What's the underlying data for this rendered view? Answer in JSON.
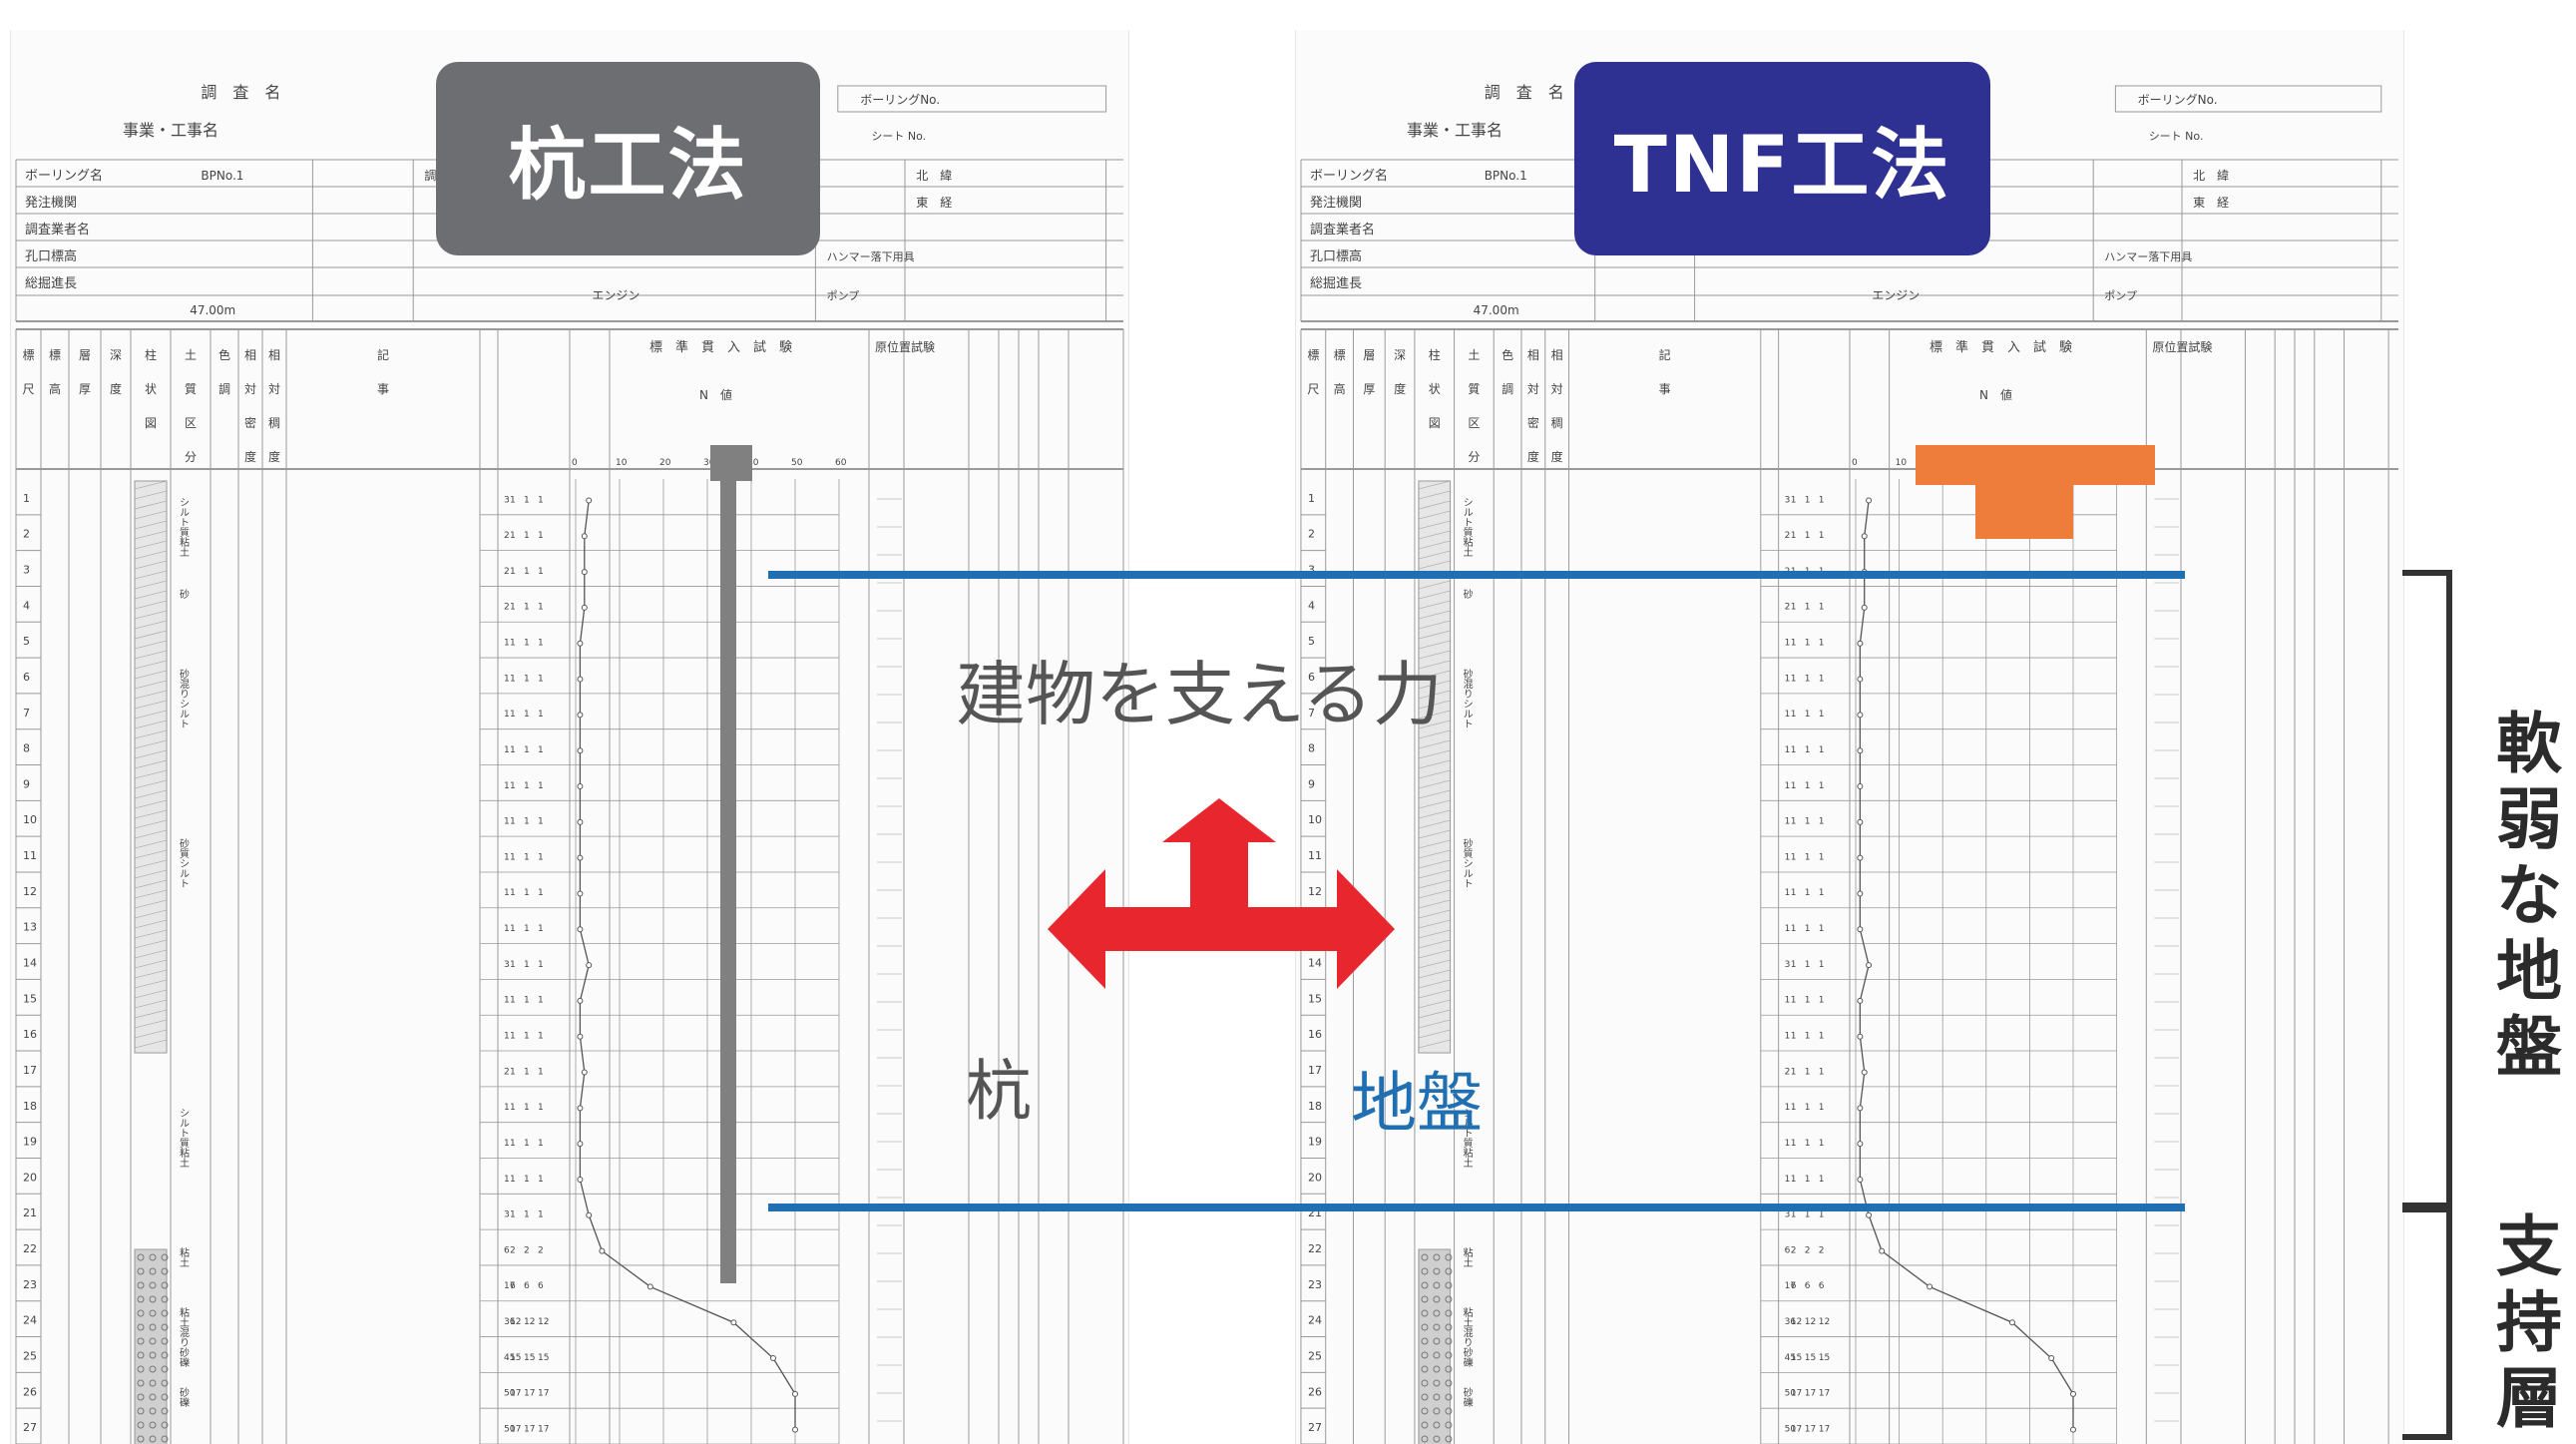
{
  "badges": {
    "left": {
      "label": "杭工法",
      "color": "#6d6e71"
    },
    "right": {
      "label": "TNF工法",
      "color": "#2e3192"
    }
  },
  "labels": {
    "force": "建物を支える力",
    "pile": "杭",
    "ground": "地盤"
  },
  "brackets": {
    "soft_ground": "軟弱な地盤",
    "bearing_layer": "支持層"
  },
  "colors": {
    "boundary_line": "#1f6fb2",
    "arrow": "#e8262d",
    "pile": "#808080",
    "foundation": "#ee7d3c",
    "bracket": "#333333",
    "ground_text": "#1f6fb2",
    "force_text": "#555555"
  },
  "log_sheet": {
    "title": "調　査　名",
    "project": "事業・工事名",
    "boring_name_label": "ボーリング名",
    "boring_name": "BPNo.1",
    "client_label": "発注機関",
    "contractor_label": "調査業者名",
    "elevation_label": "孔口標高",
    "total_length_label": "総掘進長",
    "total_length": "47.00m",
    "engine_label": "エンジン",
    "pump_label": "ポンプ",
    "hammer_label": "ハンマー落下用具",
    "location_label": "調査位置",
    "north_label": "北　緯",
    "east_label": "東　経",
    "boring_no_label": "ボーリングNo.",
    "sheet_label": "シート No.",
    "spt_header": "標　準　貫　入　試　験",
    "n_value_label": "N　値",
    "test_header": "原位置試験",
    "col_headers": [
      "標尺",
      "標高",
      "層厚",
      "深度",
      "柱状図",
      "土質区分",
      "色調",
      "相対密度",
      "相対稠度",
      "記事"
    ],
    "n_axis": [
      "0",
      "10",
      "20",
      "30",
      "40",
      "50",
      "60"
    ],
    "depths": [
      "1",
      "2",
      "3",
      "4",
      "5",
      "6",
      "7",
      "8",
      "9",
      "10",
      "11",
      "12",
      "13",
      "14",
      "15",
      "16",
      "17",
      "18",
      "19",
      "20",
      "21",
      "22",
      "23",
      "24",
      "25",
      "26",
      "27"
    ],
    "soils": [
      "シルト質粘土",
      "砂",
      "砂混りシルト",
      "砂質シルト",
      "シルト質粘土",
      "粘土",
      "粘土混り砂礫",
      "砂礫"
    ],
    "n_values": [
      3,
      2,
      2,
      2,
      1,
      1,
      1,
      1,
      1,
      1,
      1,
      1,
      1,
      3,
      1,
      1,
      2,
      1,
      1,
      1,
      3,
      6,
      17,
      36,
      45,
      50,
      50
    ]
  }
}
